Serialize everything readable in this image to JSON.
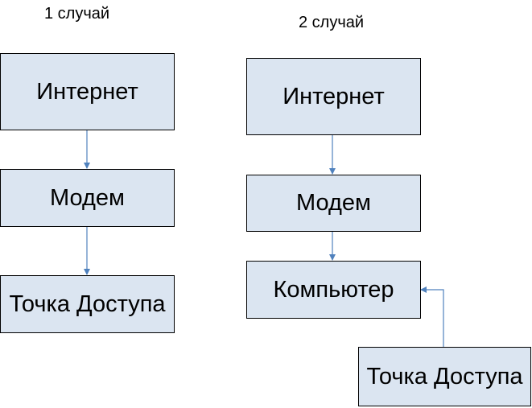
{
  "colors": {
    "node_fill": "#dbe5f1",
    "node_border": "#000000",
    "arrow": "#4f81bd"
  },
  "case1": {
    "title": "1 случай",
    "internet": "Интернет",
    "modem": "Модем",
    "access_point": "Точка Доступа"
  },
  "case2": {
    "title": "2 случай",
    "internet": "Интернет",
    "modem": "Модем",
    "computer": "Компьютер",
    "access_point": "Точка Доступа"
  }
}
